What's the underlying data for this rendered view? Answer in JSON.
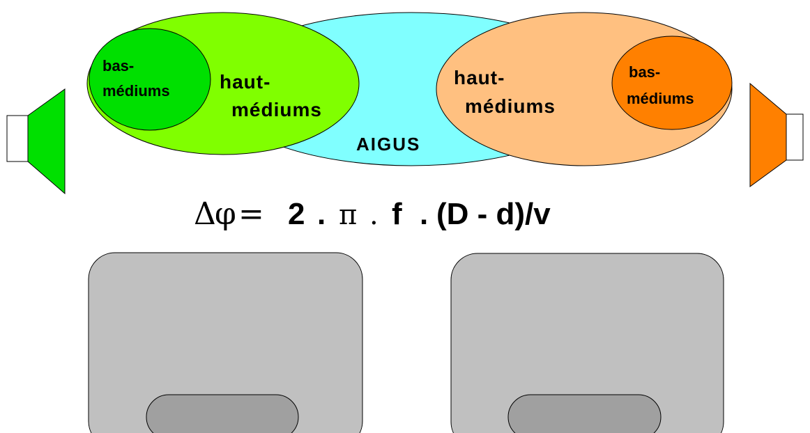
{
  "diagram": {
    "zones": {
      "aigus": "AIGUS",
      "left_haut_line1": "haut-",
      "left_haut_line2": "médiums",
      "left_bas_line1": "bas-",
      "left_bas_line2": "médiums",
      "right_haut_line1": "haut-",
      "right_haut_line2": "médiums",
      "right_bas_line1": "bas-",
      "right_bas_line2": "médiums"
    },
    "formula": {
      "delta": "Δ",
      "phi": "φ",
      "equals": "=",
      "two": "2",
      "dot1": ".",
      "pi": "π",
      "dot2": ".",
      "f": "f",
      "dot3": ".",
      "rest": "(D - d)/v"
    }
  },
  "colors": {
    "aigus": "#80ffff",
    "left_haut": "#80ff00",
    "left_bas": "#00e000",
    "right_haut": "#ffc080",
    "right_bas": "#ff8000",
    "left_speaker": "#00e000",
    "right_speaker": "#ff8000",
    "head": "#c0c0c0",
    "head_nose": "#a0a0a0"
  }
}
